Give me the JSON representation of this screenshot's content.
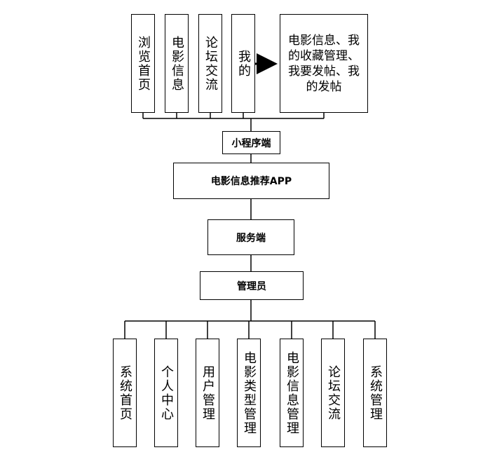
{
  "top_group": {
    "items": [
      "浏览首页",
      "电影信息",
      "论坛交流",
      "我的"
    ],
    "description": "电影信息、我的收藏管理、我要发帖、我的发帖"
  },
  "nodes": {
    "mini_program": "小程序端",
    "app": "电影信息推荐APP",
    "server": "服务端",
    "admin": "管理员"
  },
  "bottom_group": {
    "items": [
      "系统首页",
      "个人中心",
      "用户管理",
      "电影类型管理",
      "电影信息管理",
      "论坛交流",
      "系统管理"
    ]
  }
}
